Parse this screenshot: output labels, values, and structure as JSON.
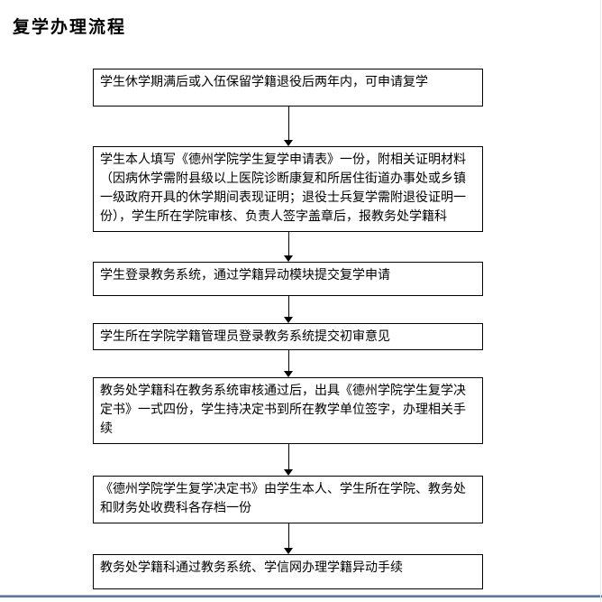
{
  "page": {
    "title": "复学办理流程"
  },
  "flow": {
    "steps": [
      {
        "text": "学生休学期满后或入伍保留学籍退役后两年内，可申请复学"
      },
      {
        "text": "学生本人填写《德州学院学生复学申请表》一份，附相关证明材料（因病休学需附县级以上医院诊断康复和所居住街道办事处或乡镇一级政府开具的休学期间表现证明；退役士兵复学需附退役证明一份），学生所在学院审核、负责人签字盖章后，报教务处学籍科"
      },
      {
        "text": "学生登录教务系统，通过学籍异动模块提交复学申请"
      },
      {
        "text": "学生所在学院学籍管理员登录教务系统提交初审意见"
      },
      {
        "text": "教务处学籍科在教务系统审核通过后，出具《德州学院学生复学决定书》一式四份，学生持决定书到所在教学单位签字，办理相关手续"
      },
      {
        "text": "《德州学院学生复学决定书》由学生本人、学生所在学院、教务处和财务处收费科各存档一份"
      },
      {
        "text": "教务处学籍科通过教务系统、学信网办理学籍异动手续"
      }
    ]
  },
  "icons": {
    "flow_connector": "arrow-down"
  },
  "colors": {
    "text": "#000000",
    "box_border": "#000000",
    "page_background": "#ffffff",
    "divider_blue": "#4f7bad",
    "right_edge_line": "#e9e9e9"
  }
}
